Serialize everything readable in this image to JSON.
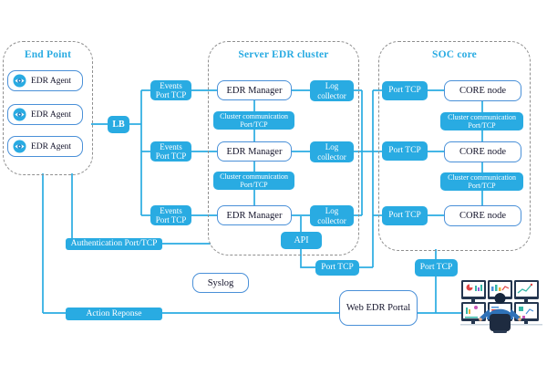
{
  "colors": {
    "accent_cyan": "#29ABE2",
    "box_border_blue": "#4A90D8",
    "group_border_gray": "#8f8f8f",
    "dark_text": "#14142b",
    "white_text": "#ffffff",
    "illustration_navy": "#24364F",
    "illustration_shirt_blue": "#2F72B8"
  },
  "end_point": {
    "title": "End Point",
    "agents": [
      {
        "label": "EDR Agent"
      },
      {
        "label": "EDR Agent"
      },
      {
        "label": "EDR Agent"
      }
    ]
  },
  "lb": {
    "label": "LB"
  },
  "events": [
    {
      "line1": "Events",
      "line2": "Port TCP"
    },
    {
      "line1": "Events",
      "line2": "Port TCP"
    },
    {
      "line1": "Events",
      "line2": "Port TCP"
    }
  ],
  "server_cluster": {
    "title": "Server EDR cluster",
    "managers": [
      {
        "label": "EDR Manager"
      },
      {
        "label": "EDR Manager"
      },
      {
        "label": "EDR Manager"
      }
    ],
    "log_collectors": [
      {
        "line1": "Log",
        "line2": "collector"
      },
      {
        "line1": "Log",
        "line2": "collector"
      },
      {
        "line1": "Log",
        "line2": "collector"
      }
    ],
    "cluster_comm": [
      {
        "line1": "Cluster communication",
        "line2": "Port/TCP"
      },
      {
        "line1": "Cluster communication",
        "line2": "Port/TCP"
      }
    ]
  },
  "soc_core": {
    "title": "SOC core",
    "ports": [
      {
        "label": "Port TCP"
      },
      {
        "label": "Port TCP"
      },
      {
        "label": "Port TCP"
      }
    ],
    "cores": [
      {
        "label": "CORE node"
      },
      {
        "label": "CORE node"
      },
      {
        "label": "CORE node"
      }
    ],
    "cluster_comm": [
      {
        "line1": "Cluster communication",
        "line2": "Port/TCP"
      },
      {
        "line1": "Cluster communication",
        "line2": "Port/TCP"
      }
    ]
  },
  "misc": {
    "authentication": "Authentication Port/TCP",
    "syslog": "Syslog",
    "api": "API",
    "api_port_tcp": "Port TCP",
    "soc_port_tcp": "Port TCP",
    "web_portal": "Web EDR Portal",
    "action_response": "Action Reponse"
  },
  "icons": {
    "agent_icon": "eye-icon",
    "workstation_icon": "analyst-monitors-illustration"
  }
}
